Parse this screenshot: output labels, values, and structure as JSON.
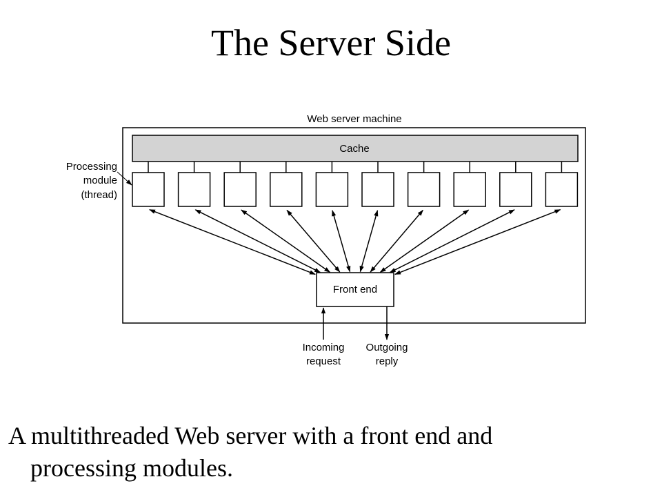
{
  "slide": {
    "title": "The Server Side",
    "caption_line1": "A multithreaded Web server with a front end and",
    "caption_line2": "processing modules."
  },
  "diagram": {
    "machine_label": "Web server machine",
    "cache_label": "Cache",
    "processing_label": [
      "Processing",
      "module",
      "(thread)"
    ],
    "front_end_label": "Front end",
    "incoming_label": [
      "Incoming",
      "request"
    ],
    "outgoing_label": [
      "Outgoing",
      "reply"
    ],
    "module_count": 10,
    "colors": {
      "cache_fill": "#d3d3d3",
      "stroke": "#000000",
      "box_fill": "#ffffff"
    }
  }
}
